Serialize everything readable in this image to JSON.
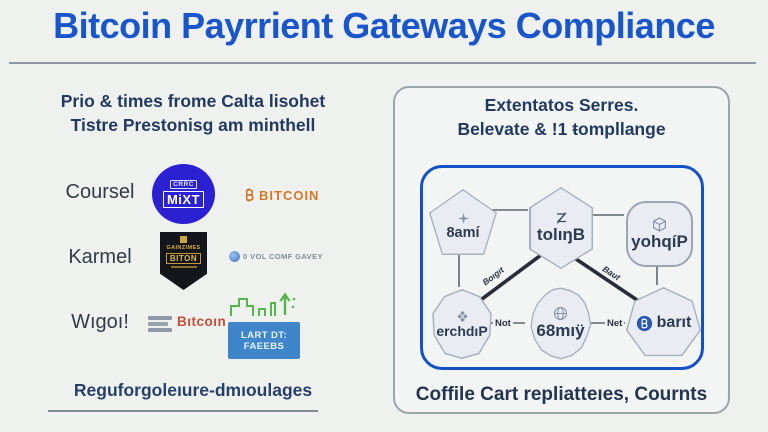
{
  "slide": {
    "title": "Bitcoin Payrrient Gateways Compliance"
  },
  "left_panel": {
    "heading_line1": "Prio & times frome Calta lisohet",
    "heading_line2": "Tistre Prestonisg am minthell",
    "rows": [
      {
        "label": "Coursel",
        "mixt_logo": {
          "top_text": "CRRC",
          "main_text": "MiXT"
        },
        "bitcoin_wordmark": "BITCOIN"
      },
      {
        "label": "Karmel",
        "shield_logo": {
          "top_text": "GAINZIMES",
          "main_text": "BITON"
        },
        "caption": "0 VOL COMF GAVEY"
      },
      {
        "label": "Wıgoı!",
        "wordmark": "Bıtcoın",
        "chart_logo": {
          "line1": "LART DT:",
          "line2": "FAEEBS"
        }
      }
    ],
    "footer": "Reguforgoleıure-dmıoulages"
  },
  "right_panel": {
    "heading_line1": "Extentatos Serres.",
    "heading_line2": "Belevate & !1 ŧompllange",
    "caption": "Coffile Cart repliatteıes, Cournts",
    "diagram": {
      "nodes": [
        {
          "id": "node-1",
          "label": "8amí",
          "icon": "sparkle-icon",
          "shape": "pentagon"
        },
        {
          "id": "node-2",
          "label": "tolıŋB",
          "icon": "script-z-icon",
          "shape": "hexagon"
        },
        {
          "id": "node-3",
          "label": "yohqíP",
          "icon": "cube-icon",
          "shape": "rounded-square"
        },
        {
          "id": "node-4",
          "label": "erchdıP",
          "icon": "gem-icon",
          "shape": "nonagon"
        },
        {
          "id": "node-5",
          "label": "68mıÿ",
          "icon": "globe-icon",
          "shape": "blob"
        },
        {
          "id": "node-6",
          "label": "barıt",
          "icon": "bitcoin-coin-icon",
          "shape": "heptagon"
        }
      ],
      "edge_labels": {
        "left_diagonal": "Boıgıt",
        "right_diagonal": "Baut",
        "bottom_left": "Not",
        "bottom_right": "Net"
      }
    }
  },
  "colors": {
    "background": "#eff1ee",
    "title_blue": "#1956cb",
    "heading_navy": "#223a60",
    "diagram_border_blue": "#1450c8",
    "node_fill": "#e9edf3",
    "node_border": "#a6afbc",
    "mixt_blue": "#2b21d2",
    "bitcoin_orange": "#d2782a",
    "shield_black": "#14161c",
    "shield_gold": "#cfa53f",
    "chart_blue": "#3e86c9",
    "chart_green": "#55b54e",
    "wordmark_red": "#c14f35"
  }
}
